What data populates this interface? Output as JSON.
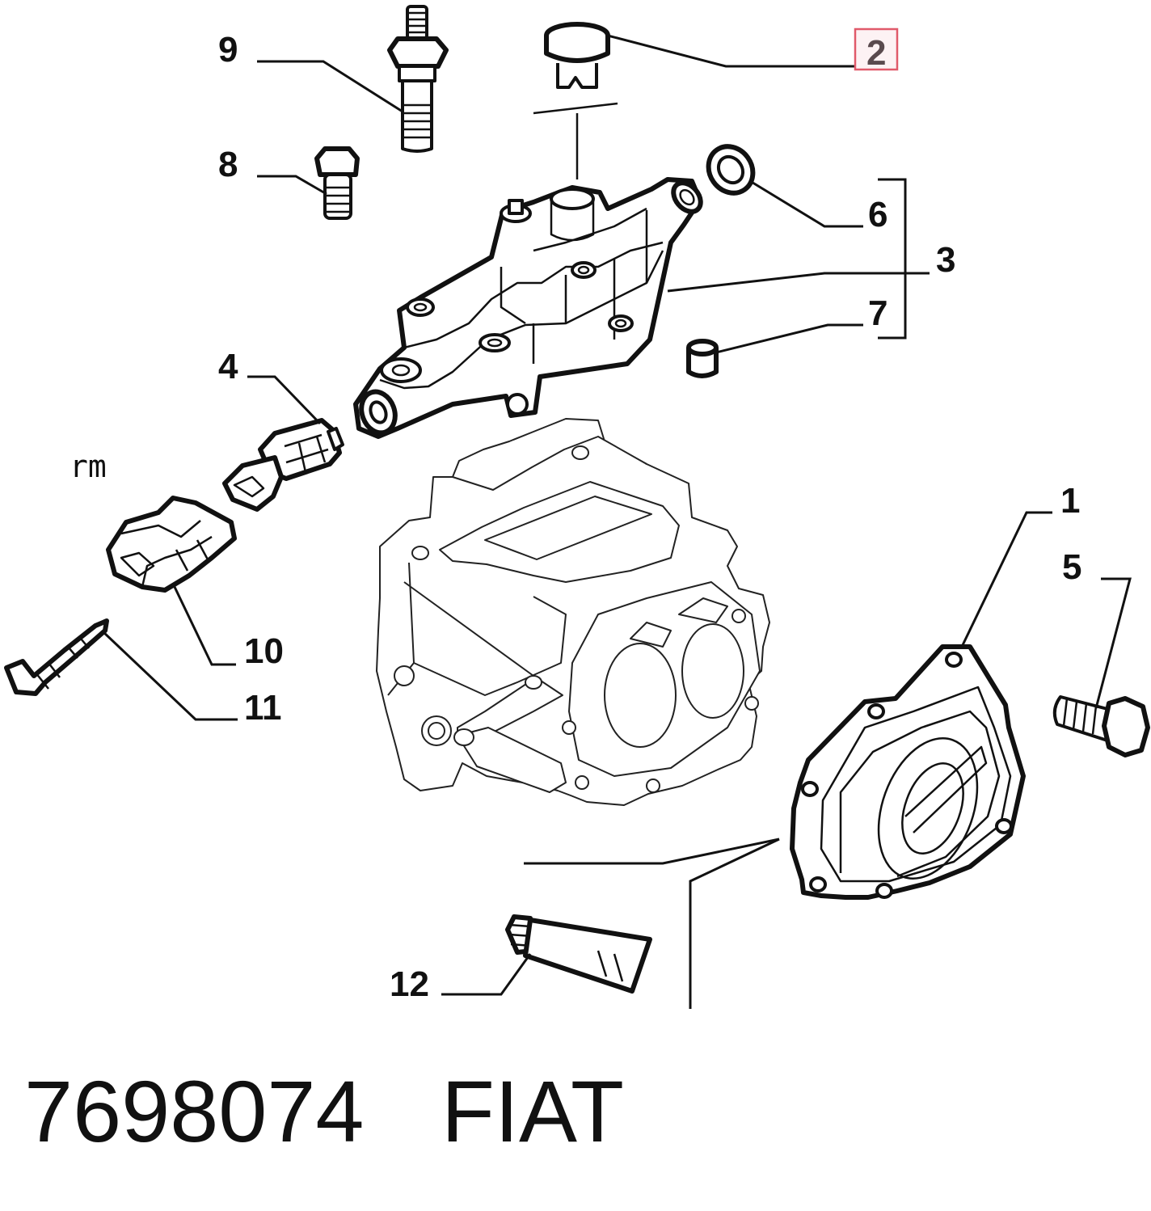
{
  "diagram": {
    "callouts": {
      "c1": "1",
      "c2": "2",
      "c3": "3",
      "c4": "4",
      "c5": "5",
      "c6": "6",
      "c7": "7",
      "c8": "8",
      "c9": "9",
      "c10": "10",
      "c11": "11",
      "c12": "12"
    },
    "note": "rm",
    "highlighted_callout": "2",
    "highlight_color": "#e05a6a",
    "highlight_text_color": "#5a4a4e"
  },
  "footer": {
    "part_number": "7698074",
    "brand": "FIAT"
  }
}
